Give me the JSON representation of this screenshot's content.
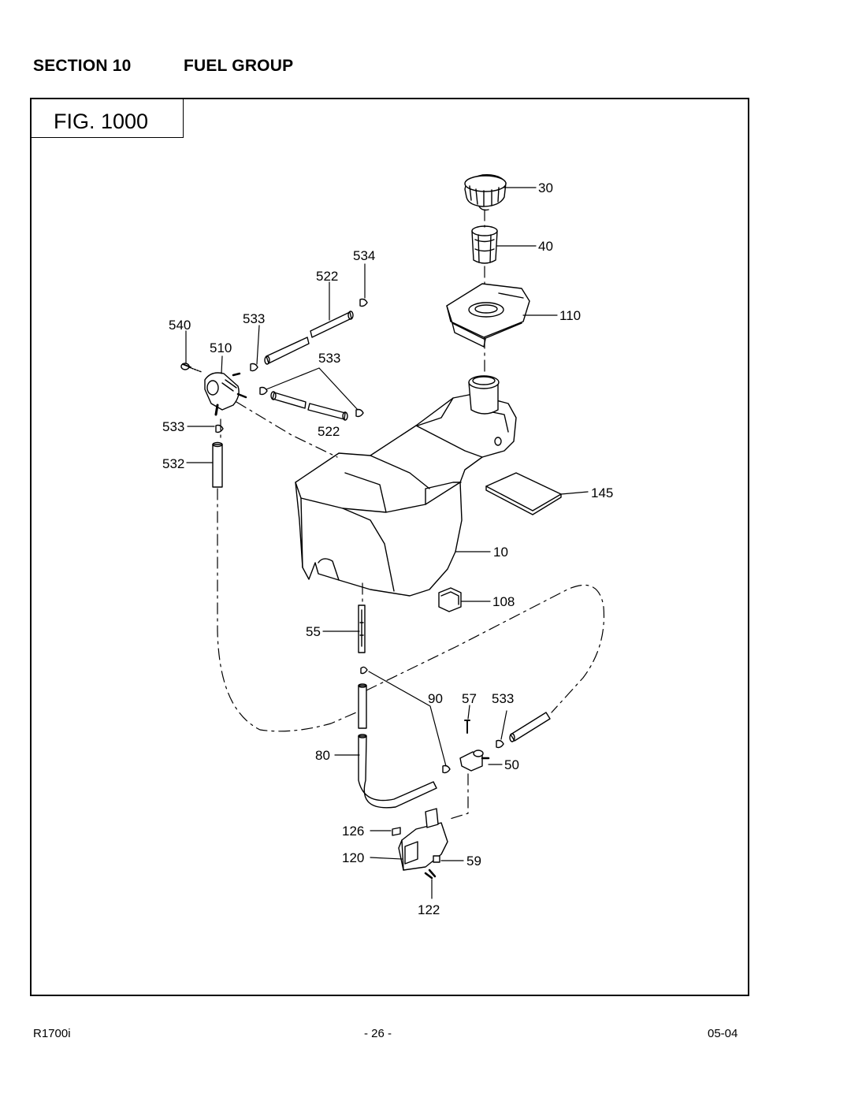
{
  "header": {
    "section": "SECTION 10",
    "title": "FUEL GROUP"
  },
  "figure": {
    "label": "FIG. 1000",
    "callouts": {
      "c30": "30",
      "c40": "40",
      "c534": "534",
      "c522a": "522",
      "c110": "110",
      "c540": "540",
      "c533a": "533",
      "c510": "510",
      "c533b": "533",
      "c533c": "533",
      "c522b": "522",
      "c532": "532",
      "c145": "145",
      "c10": "10",
      "c108": "108",
      "c55": "55",
      "c90": "90",
      "c57": "57",
      "c533d": "533",
      "c80": "80",
      "c50": "50",
      "c126": "126",
      "c120": "120",
      "c59": "59",
      "c122": "122"
    }
  },
  "footer": {
    "model": "R1700i",
    "page": "- 26 -",
    "date": "05-04"
  }
}
